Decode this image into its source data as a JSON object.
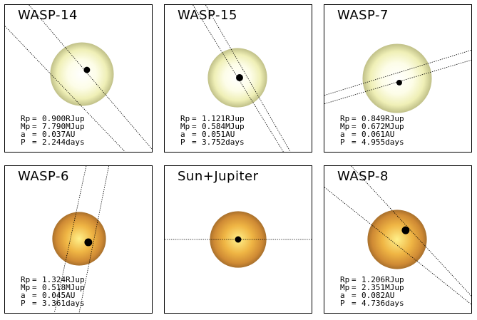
{
  "panels": [
    {
      "title": "WASP-14",
      "star_color": "yellow",
      "params": {
        "rp_label": "Rp",
        "rp": "0.900",
        "rp_unit": "RJup",
        "mp_label": "Mp",
        "mp": "7.790",
        "mp_unit": "MJup",
        "a_label": "a",
        "a": "0.037",
        "a_unit": "AU",
        "p_label": "P",
        "p": "2.244",
        "p_unit": "days"
      }
    },
    {
      "title": "WASP-15",
      "star_color": "yellow",
      "params": {
        "rp_label": "Rp",
        "rp": "1.121",
        "rp_unit": "RJup",
        "mp_label": "Mp",
        "mp": "0.584",
        "mp_unit": "MJup",
        "a_label": "a",
        "a": "0.051",
        "a_unit": "AU",
        "p_label": "P",
        "p": "3.752",
        "p_unit": "days"
      }
    },
    {
      "title": "WASP-7",
      "star_color": "yellow",
      "params": {
        "rp_label": "Rp",
        "rp": "0.849",
        "rp_unit": "RJup",
        "mp_label": "Mp",
        "mp": "0.672",
        "mp_unit": "MJup",
        "a_label": "a",
        "a": "0.061",
        "a_unit": "AU",
        "p_label": "P",
        "p": "4.955",
        "p_unit": "days"
      }
    },
    {
      "title": "WASP-6",
      "star_color": "orange",
      "params": {
        "rp_label": "Rp",
        "rp": "1.324",
        "rp_unit": "RJup",
        "mp_label": "Mp",
        "mp": "0.518",
        "mp_unit": "MJup",
        "a_label": "a",
        "a": "0.045",
        "a_unit": "AU",
        "p_label": "P",
        "p": "3.361",
        "p_unit": "days"
      }
    },
    {
      "title": "Sun+Jupiter",
      "star_color": "orange",
      "params": null
    },
    {
      "title": "WASP-8",
      "star_color": "orange",
      "params": {
        "rp_label": "Rp",
        "rp": "1.206",
        "rp_unit": "RJup",
        "mp_label": "Mp",
        "mp": "2.351",
        "mp_unit": "MJup",
        "a_label": "a",
        "a": "0.082",
        "a_unit": "AU",
        "p_label": "P",
        "p": "4.736",
        "p_unit": "days"
      }
    }
  ],
  "colors": {
    "yellow_center": "#ffffff",
    "yellow_mid": "#fbfbd2",
    "yellow_edge": "#c5c58c",
    "orange_center": "#ffec85",
    "orange_mid": "#e7a436",
    "orange_edge": "#b57a30",
    "planet": "#000000"
  }
}
